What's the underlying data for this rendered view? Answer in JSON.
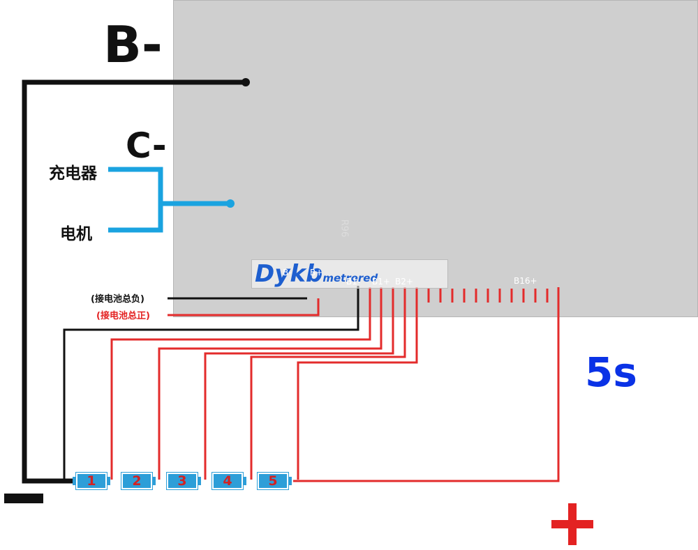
{
  "labels": {
    "b_minus": "B-",
    "c_minus": "C-",
    "charger": "充电器",
    "motor": "电机",
    "neg_terminal": "(接电池总负)",
    "pos_terminal": "(接电池总正)",
    "series_count": "5s",
    "minus_sign": "−",
    "plus_sign": "+"
  },
  "board_labels": {
    "watermark": "Dykb",
    "watermark_suffix": "metrered",
    "b1_minus": "B1-",
    "b1_plus": "B1+",
    "b2_plus": "B2+",
    "b16_plus": "B16+",
    "r96": "R96",
    "b_pad": "B-",
    "b_plus_pad": "B+"
  },
  "cells": [
    "1",
    "2",
    "3",
    "4",
    "5"
  ],
  "colors": {
    "wire_black": "#111111",
    "wire_red": "#e32b2b",
    "wire_blue": "#1aa3e0",
    "cell_blue": "#2d9ed8",
    "text_blue": "#0a32e6",
    "text_red": "#e32222"
  }
}
